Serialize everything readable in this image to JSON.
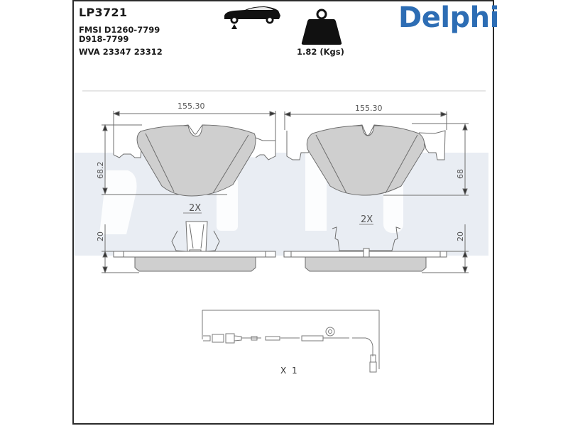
{
  "product": {
    "part_number": "LP3721",
    "references": [
      "FMSI D1260-7799",
      "D918-7799",
      "WVA 23347 23312"
    ],
    "axle_icon": "car-front-axle-icon",
    "weight_icon": "weight-icon",
    "weight": "1.82 (Kgs)",
    "brand": "Delphi",
    "brand_color": "#2d6db4"
  },
  "drawing": {
    "left_pad": {
      "width_label": "155.30",
      "height_label": "68.2",
      "thickness_label": "20",
      "clip_qty": "2X"
    },
    "right_pad": {
      "width_label": "155.30",
      "height_label": "68",
      "thickness_label": "20",
      "clip_qty": "2X"
    },
    "wear_sensor": {
      "qty": "X 1"
    },
    "colors": {
      "friction": "#cfcfcf",
      "friction_side": "#bdbdbd",
      "line": "#6e6e6e",
      "watermark": "#e9edf3"
    }
  }
}
